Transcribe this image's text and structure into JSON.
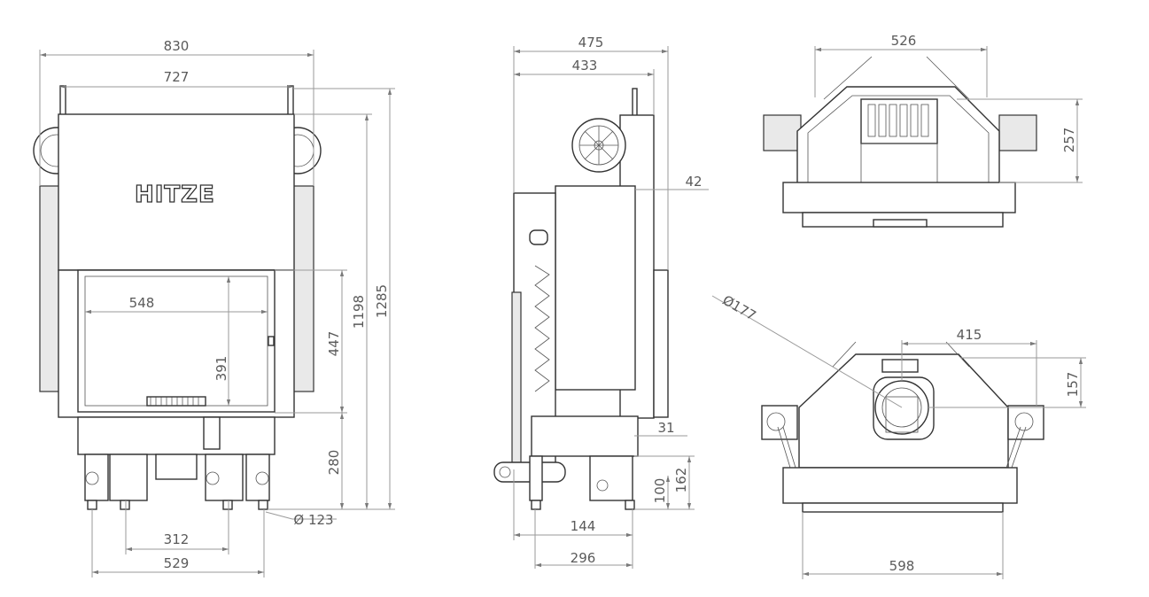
{
  "brand_logo": "HITZE",
  "views": {
    "front": {
      "overall_width": "830",
      "inner_width": "727",
      "glass_width": "548",
      "glass_height": "391",
      "door_height": "447",
      "body_height": "1198",
      "total_height": "1285",
      "base_height": "280",
      "flue_diameter": "Ø 123",
      "leg_spacing_inner": "312",
      "leg_spacing_outer": "529"
    },
    "side": {
      "overall_depth": "475",
      "inner_depth": "433",
      "offset_top": "42",
      "offset_bottom": "31",
      "leg_offset": "144",
      "base_depth": "296",
      "height_a": "100",
      "height_b": "162"
    },
    "top": {
      "width": "526",
      "depth": "257"
    },
    "bottom": {
      "flue_diameter": "Ø177",
      "flue_offset": "415",
      "flue_depth": "157",
      "base_width": "598"
    }
  }
}
